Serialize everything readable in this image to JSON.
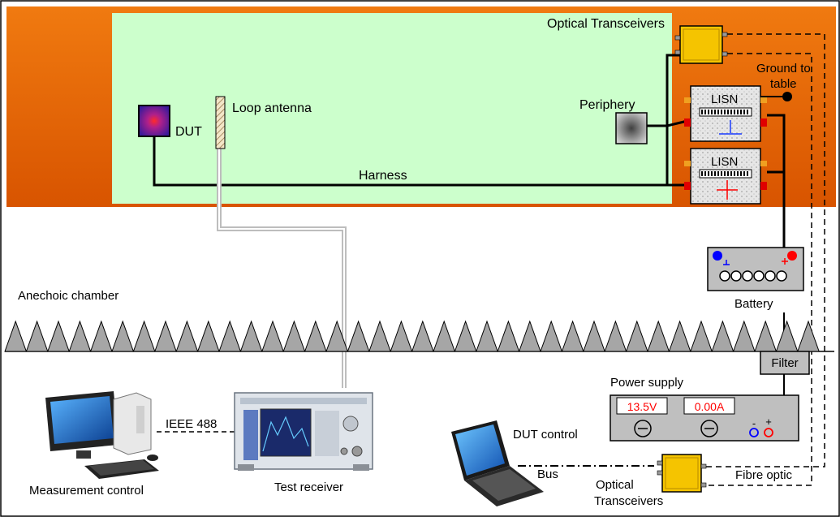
{
  "labels": {
    "optical_transceivers_top": "Optical Transceivers",
    "ground_line1": "Ground to",
    "ground_line2": "table",
    "lisn_top": "LISN",
    "lisn_bottom": "LISN",
    "periphery": "Periphery",
    "dut": "DUT",
    "loop_antenna": "Loop antenna",
    "harness": "Harness",
    "anechoic_chamber": "Anechoic chamber",
    "battery": "Battery",
    "filter": "Filter",
    "power_supply": "Power supply",
    "ps_voltage": "13.5V",
    "ps_current": "0.00A",
    "ps_minus": "-",
    "ps_plus": "+",
    "ieee": "IEEE 488",
    "measurement_control": "Measurement control",
    "test_receiver": "Test receiver",
    "dut_control": "DUT control",
    "bus": "Bus",
    "optical_transceivers_bottom_line1": "Optical",
    "optical_transceivers_bottom_line2": "Transceivers",
    "fibre_optic": "Fibre optic"
  },
  "colors": {
    "table_orange": "#e85f00",
    "ground_plane_green": "#ccffcc",
    "transceiver_yellow": "#f5c400",
    "cone_gray": "#a6a6a6",
    "panel_gray": "#bfbfbf",
    "ps_red_digits": "#ff0000",
    "plus_red": "#ff0000",
    "minus_blue": "#0000ff"
  }
}
